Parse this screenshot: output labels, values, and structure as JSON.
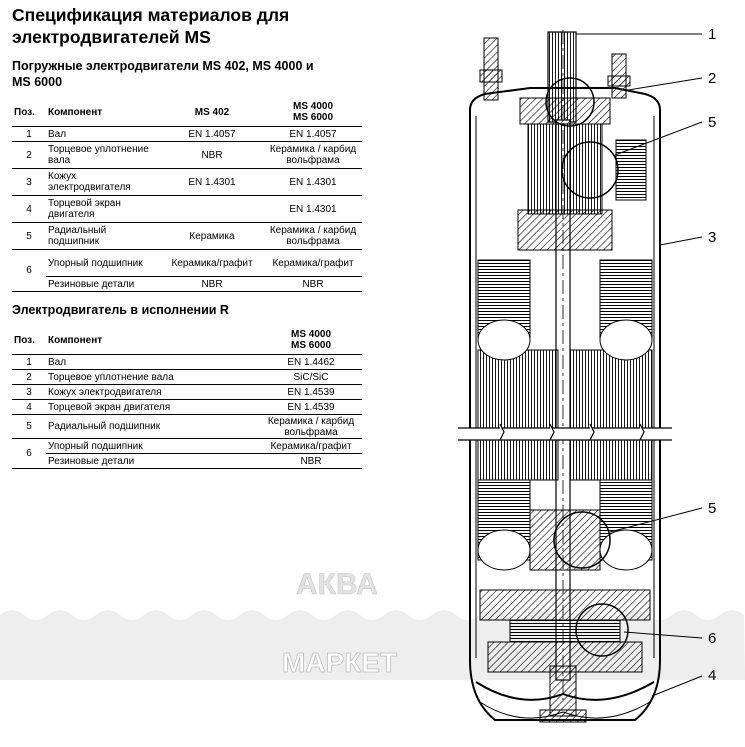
{
  "title_line1": "Спецификация материалов для",
  "title_line2": "электродвигателей MS",
  "section1": {
    "title_line1": "Погружные электродвигатели MS 402, MS 4000 и",
    "title_line2": "MS 6000",
    "headers": {
      "pos": "Поз.",
      "component": "Компонент",
      "ms402": "MS 402",
      "ms4000_l1": "MS 4000",
      "ms4000_l2": "MS 6000"
    },
    "rows": [
      {
        "pos": "1",
        "component": "Вал",
        "ms402": "EN 1.4057",
        "ms4000": "EN 1.4057"
      },
      {
        "pos": "2",
        "component": "Торцевое уплотнение вала",
        "ms402": "NBR",
        "ms4000": "Керамика / карбид вольфрама"
      },
      {
        "pos": "3",
        "component": "Кожух электродвигателя",
        "ms402": "EN 1.4301",
        "ms4000": "EN 1.4301"
      },
      {
        "pos": "4",
        "component": "Торцевой экран двигателя",
        "ms402": "",
        "ms4000": "EN 1.4301"
      },
      {
        "pos": "5",
        "component": "Радиальный подшипник",
        "ms402": "Керамика",
        "ms4000": "Керамика / карбид вольфрама"
      },
      {
        "pos": "6",
        "component": "Упорный подшипник",
        "ms402": "Керамика/графит",
        "ms4000": "Керамика/графит"
      },
      {
        "pos": "",
        "component": "Резиновые детали",
        "ms402": "NBR",
        "ms4000": "NBR"
      }
    ]
  },
  "section2": {
    "title": "Электродвигатель в исполнении R",
    "headers": {
      "pos": "Поз.",
      "component": "Компонент",
      "ms4000_l1": "MS 4000",
      "ms4000_l2": "MS 6000"
    },
    "rows": [
      {
        "pos": "1",
        "component": "Вал",
        "value": "EN 1.4462"
      },
      {
        "pos": "2",
        "component": "Торцевое уплотнение вала",
        "value": "SiC/SiC"
      },
      {
        "pos": "3",
        "component": "Кожух электродвигателя",
        "value": "EN 1.4539"
      },
      {
        "pos": "4",
        "component": "Торцевой экран двигателя",
        "value": "EN 1.4539"
      },
      {
        "pos": "5",
        "component": "Радиальный подшипник",
        "value": "Керамика / карбид вольфрама"
      },
      {
        "pos": "6",
        "component": "Упорный подшипник",
        "value": "Керамика/графит"
      },
      {
        "pos": "",
        "component": "Резиновые детали",
        "value": "NBR"
      }
    ]
  },
  "callouts": [
    "1",
    "2",
    "5",
    "3",
    "5",
    "6",
    "4"
  ],
  "watermark": {
    "line1": "АКВА",
    "line2": "МАРКЕТ"
  }
}
